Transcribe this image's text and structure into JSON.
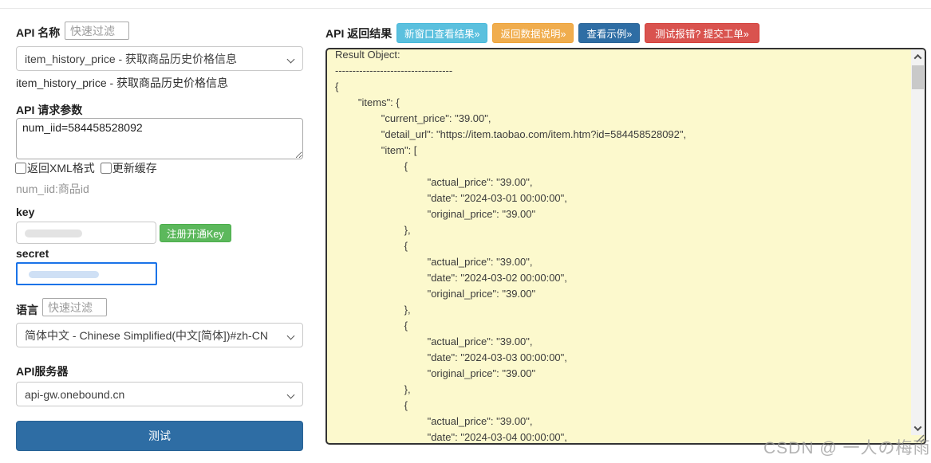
{
  "left": {
    "api_name_label": "API 名称",
    "api_name_filter": {
      "placeholder": "快速过滤",
      "value": ""
    },
    "api_select": {
      "value": "item_history_price - 获取商品历史价格信息"
    },
    "api_description": "item_history_price - 获取商品历史价格信息",
    "params_label": "API 请求参数",
    "params_value": "num_iid=584458528092",
    "checkbox_xml_label": "返回XML格式",
    "checkbox_cache_label": "更新缓存",
    "params_hint": "num_iid:商品id",
    "key_label": "key",
    "key_input_value": "",
    "register_button_label": "注册开通Key",
    "secret_label": "secret",
    "secret_input_value": "",
    "language_label": "语言",
    "language_filter": {
      "placeholder": "快速过滤",
      "value": ""
    },
    "language_select": {
      "value": "简体中文 - Chinese Simplified(中文[简体])#zh-CN"
    },
    "server_label": "API服务器",
    "server_select": {
      "value": "api-gw.onebound.cn"
    },
    "test_button_label": "测试"
  },
  "right": {
    "title": "API 返回结果",
    "buttons": {
      "new_window": "新窗口查看结果»",
      "data_doc": "返回数据说明»",
      "example": "查看示例»",
      "ticket": "测试报错? 提交工单»"
    },
    "result_text": "Result Object:\n----------------------------------\n{\n        \"items\": {\n                \"current_price\": \"39.00\",\n                \"detail_url\": \"https://item.taobao.com/item.htm?id=584458528092\",\n                \"item\": [\n                        {\n                                \"actual_price\": \"39.00\",\n                                \"date\": \"2024-03-01 00:00:00\",\n                                \"original_price\": \"39.00\"\n                        },\n                        {\n                                \"actual_price\": \"39.00\",\n                                \"date\": \"2024-03-02 00:00:00\",\n                                \"original_price\": \"39.00\"\n                        },\n                        {\n                                \"actual_price\": \"39.00\",\n                                \"date\": \"2024-03-03 00:00:00\",\n                                \"original_price\": \"39.00\"\n                        },\n                        {\n                                \"actual_price\": \"39.00\",\n                                \"date\": \"2024-03-04 00:00:00\",\n                                \"original_price\": \"39.00\""
  },
  "watermark": "CSDN @ 一人の梅雨",
  "colors": {
    "test_button": "#2e6da4",
    "register_button": "#5cb85c",
    "new_window_button": "#5bc0de",
    "data_doc_button": "#f0ad4e",
    "example_button": "#2e6da4",
    "ticket_button": "#d9534f",
    "result_background": "#fcf9cd",
    "secret_focus_border": "#1a73e8"
  }
}
